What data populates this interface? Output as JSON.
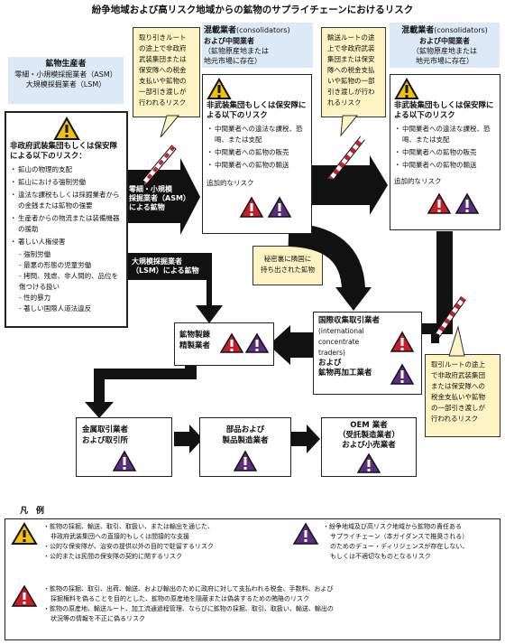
{
  "title": "紛争地域および高リスク地域からの鉱物のサプライチェーンにおけるリスク",
  "headers": {
    "producers": {
      "title": "鉱物生産者",
      "line1": "零細・小規模採掘業者（ASM）",
      "line2": "大規模採掘業者（LSM）"
    },
    "consolidators_left": {
      "title": "混載業者",
      "paren": "(consolidators)",
      "line2": "および中間業者",
      "line3": "（鉱物原産地または",
      "line4": "地元市場に存在）"
    },
    "consolidators_right": {
      "title": "混載業者",
      "paren": "(consolidators)",
      "line2": "および中間業者",
      "line3": "（鉱物原産地または",
      "line4": "地元市場に存在）"
    }
  },
  "callouts": {
    "left": [
      "取り引きルート",
      "の途上で非政府",
      "武装集団または",
      "保安隊への税金",
      "支払いや鉱物の",
      "一部引き渡しが",
      "行われるリスク"
    ],
    "middle": [
      "輸送ルートの途",
      "上で非政府武装",
      "集団または保安",
      "隊への税金支払",
      "いや鉱物の一部",
      "引き渡しが行わ",
      "れるリスク"
    ],
    "bottom_right": [
      "取引ルートの途上",
      "で非政府武装集団",
      "または保安隊への",
      "税金支払いや鉱物",
      "の一部引き渡しが",
      "行われるリスク"
    ],
    "smuggle": [
      "秘密裏に隣国に",
      "持ち出された鉱物"
    ]
  },
  "producer_box": {
    "heading": "非政府武装集団もしくは保安隊による以下のリスク：",
    "items": [
      "鉱山の物理的支配",
      "鉱山における強制労働",
      "違法な課税もしくは採掘業者からの金銭または鉱物の強要",
      "生産者からの物流または装備機器の援助",
      "著しい人権侵害"
    ],
    "subitems": [
      "強制労働",
      "最悪の形態の児童労働",
      "拷問、残虐、非人間的、品位を傷つける扱い",
      "性的暴力",
      "著しい国際人道法違反"
    ]
  },
  "mid_box": {
    "heading": "非武装集団もしくは保安隊による以下のリスク",
    "items": [
      "中間業者への違法な課税、恐喝、または支配",
      "中間業者への鉱物の販売",
      "中間業者への鉱物の輸送"
    ],
    "extra": "追加的なリスク"
  },
  "right_box": {
    "heading": "非武装集団もしくは保安隊による以下のリスク",
    "items": [
      "中間業者への違法な課税、恐喝、または支配",
      "中間業者への鉱物の販売",
      "中間業者への鉱物の輸送"
    ],
    "extra": "追加的なリスク"
  },
  "arrows": {
    "asm": [
      "零細・小規模",
      "採掘業者（ASM）",
      "による鉱物"
    ],
    "lsm": [
      "大規模採掘業者",
      "（LSM）による鉱物"
    ]
  },
  "nodes": {
    "smelter": [
      "鉱物製錬",
      "精製業者"
    ],
    "traders": {
      "l1": "国際収集取引業者",
      "l2": "(international",
      "l3": "concentrate",
      "l4": "traders)",
      "l5": "および",
      "l6": "鉱物再加工業者"
    },
    "exchange": [
      "金属取引業者",
      "および取引所"
    ],
    "components": [
      "部品および",
      "製品製造業者"
    ],
    "oem": [
      "OEM 業者",
      "（受託製造業者）",
      "および小売業者"
    ]
  },
  "legend": {
    "title": "凡　例",
    "yellow": [
      "鉱物の採掘、輸送、取引、取扱い、または輸出を通じた、",
      "非政府武装集団への直接的もしくは間接的な支援",
      "公的な保安隊が、治安の提供以外の目的で駐留するリスク",
      "公的または民間の保安隊の契約に関するリスク"
    ],
    "purple": [
      "紛争地域及び高リスク地域から鉱物の責任ある",
      "サプライチェーン（本ガイダンスで推奨される）",
      "のためのデュー・ディリジェンスが存在しない、",
      "もしくは不適切なものとなるリスク"
    ],
    "red": [
      "鉱物の採掘、取引、出荷、輸送、および輸出のために政府に対して支払われる税金、手数料、および",
      "採掘権料を偽ることを目的とした、鉱物の原産地を隠蔽または偽装するための賄賂のリスク",
      "鉱物の原産地、輸送ルート、加工流通過程管理、ならびに鉱物の採掘、取引、取扱い、輸送、輸出の",
      "状況等の情報を不正に偽るリスク"
    ]
  },
  "colors": {
    "yellow": "#f2c200",
    "red": "#c81e2a",
    "purple": "#5a2d82",
    "header_bg": "#dce9f6",
    "callout_bg": "#fdf3c3"
  }
}
